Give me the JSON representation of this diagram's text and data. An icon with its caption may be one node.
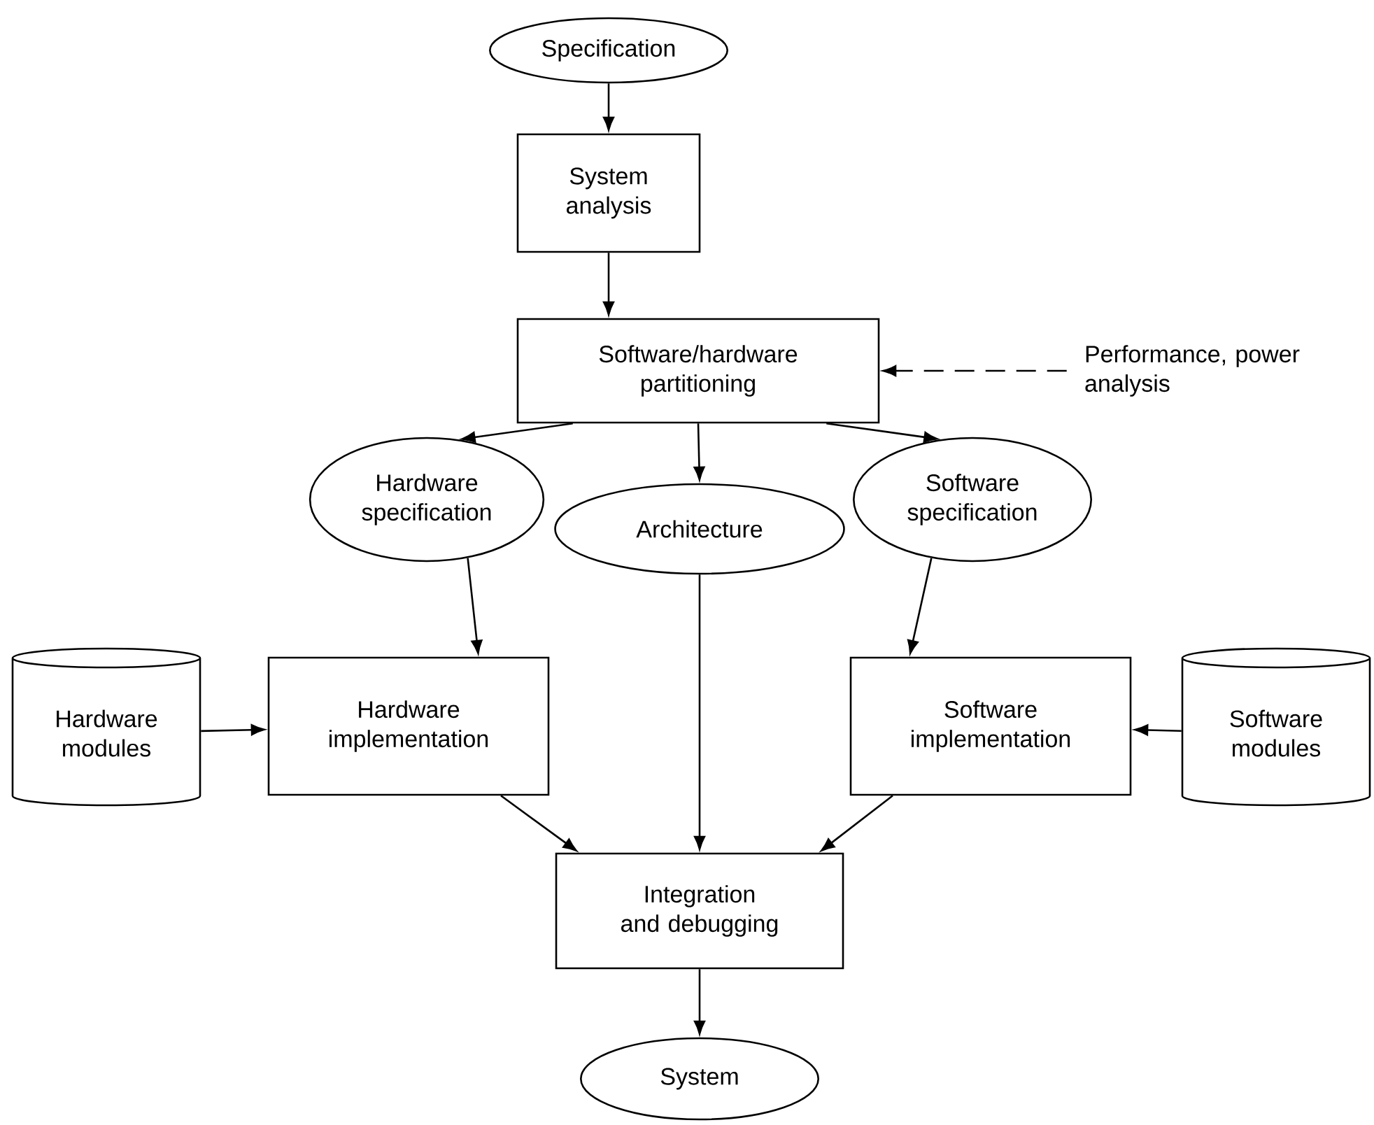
{
  "diagram": {
    "nodes": [
      {
        "text": [
          "Specification"
        ]
      },
      {
        "text": [
          "System analysis"
        ]
      },
      {
        "text": [
          "Software/hardware partitioning"
        ]
      },
      {
        "text": [
          "Performance, power analysis"
        ]
      },
      {
        "text": [
          "Hardware specification"
        ]
      },
      {
        "text": [
          "Architecture"
        ]
      },
      {
        "text": [
          "Software specification"
        ]
      },
      {
        "text": [
          "Hardware modules"
        ]
      },
      {
        "text": [
          "Hardware implementation"
        ]
      },
      {
        "text": [
          "Software implementation"
        ]
      },
      {
        "text": [
          "Software modules"
        ]
      },
      {
        "text": [
          "Integration and debugging"
        ]
      },
      {
        "text": [
          "System"
        ]
      }
    ],
    "edges": [
      {
        "from": 0,
        "to": 1,
        "arrow": "to"
      },
      {
        "from": 1,
        "to": 2,
        "arrow": "to"
      },
      {
        "from": 3,
        "to": 2,
        "arrow": "to",
        "style": "dashed"
      },
      {
        "from": 2,
        "to": 4,
        "arrow": "to"
      },
      {
        "from": 2,
        "to": 5,
        "arrow": "to"
      },
      {
        "from": 2,
        "to": 6,
        "arrow": "to"
      },
      {
        "from": 4,
        "to": 8,
        "arrow": "to"
      },
      {
        "from": 6,
        "to": 9,
        "arrow": "to"
      },
      {
        "from": 7,
        "to": 8,
        "arrow": "to"
      },
      {
        "from": 10,
        "to": 9,
        "arrow": "to"
      },
      {
        "from": 8,
        "to": 11,
        "arrow": "to"
      },
      {
        "from": 5,
        "to": 11,
        "arrow": "to"
      },
      {
        "from": 9,
        "to": 11,
        "arrow": "to"
      },
      {
        "from": 11,
        "to": 12,
        "arrow": "to"
      }
    ]
  }
}
